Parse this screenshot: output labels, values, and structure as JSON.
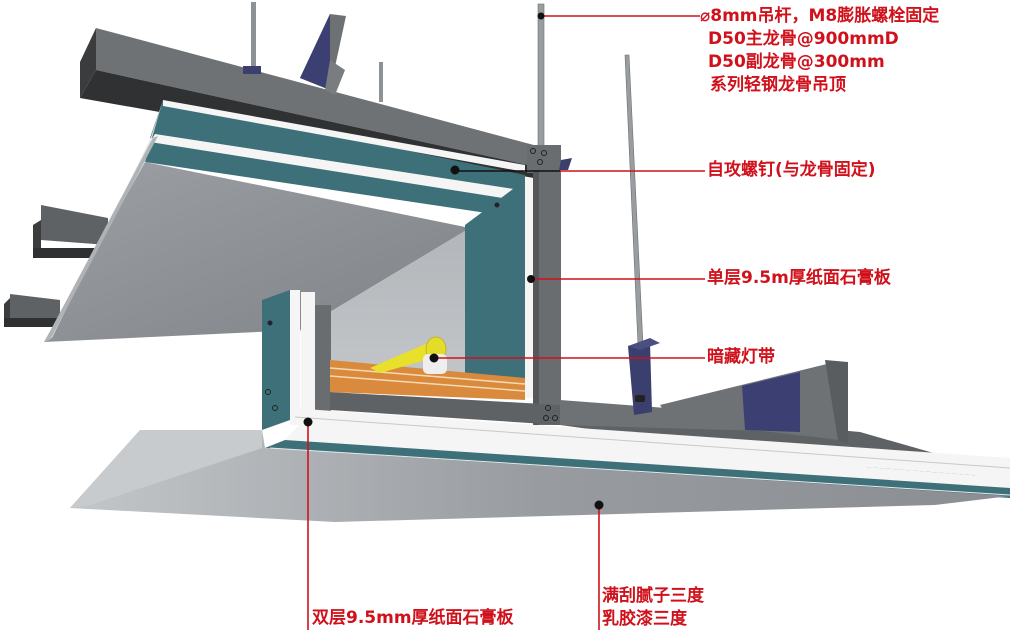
{
  "diagram": {
    "type": "ceiling-section-detail",
    "colors": {
      "annotation": "#d0111b",
      "leader_dot": "#111111",
      "steel_top": "#6f7275",
      "steel_dark": "#2f3133",
      "steel_side": "#5a5d60",
      "board_face": "#8e9296",
      "board_light": "#b9bcc0",
      "board_teal": "#3e7079",
      "board_edge": "#f4f5f4",
      "bracket": "#3a3f6e",
      "led_tube": "#e8e02a",
      "led_strip": "#d98a3c",
      "rod": "#9a9da0"
    },
    "annotations": [
      {
        "id": "hanger-rod",
        "lines": [
          "⌀8mm吊杆，M8膨胀螺栓固定",
          "D50主龙骨@900mmD",
          "D50副龙骨@300mm",
          "系列轻钢龙骨吊顶"
        ]
      },
      {
        "id": "self-tapping-screw",
        "lines": [
          "自攻螺钉(与龙骨固定)"
        ]
      },
      {
        "id": "single-layer-board",
        "lines": [
          "单层9.5m厚纸面石膏板"
        ]
      },
      {
        "id": "hidden-light-strip",
        "lines": [
          "暗藏灯带"
        ]
      },
      {
        "id": "double-layer-board",
        "lines": [
          "双层9.5mm厚纸面石膏板"
        ]
      },
      {
        "id": "finish",
        "lines": [
          "满刮腻子三度",
          "乳胶漆三度"
        ]
      }
    ]
  }
}
